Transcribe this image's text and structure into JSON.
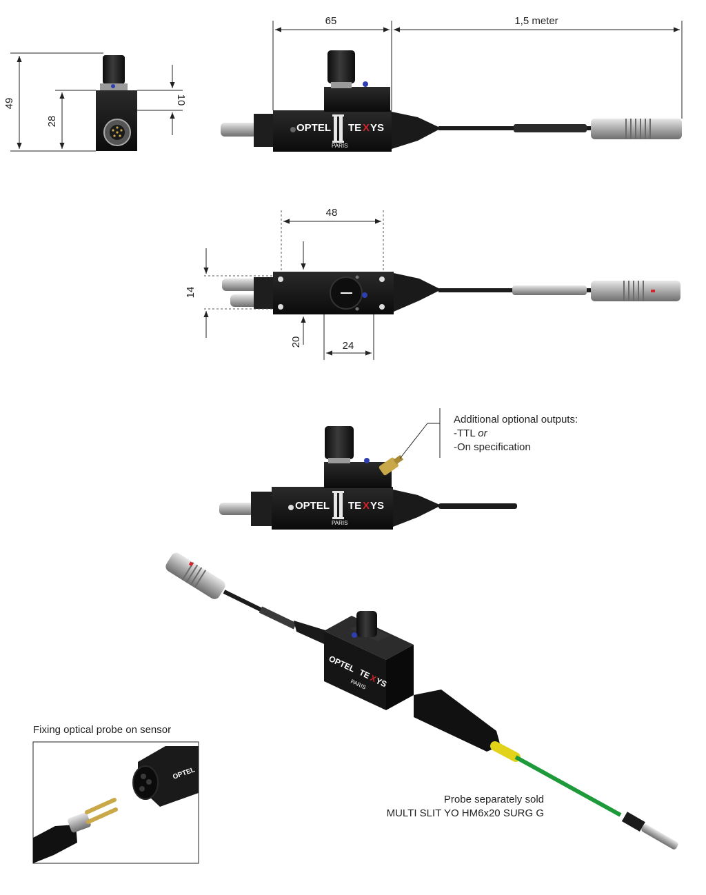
{
  "dimensions": {
    "front_width": "65",
    "cable_length": "1,5 meter",
    "side_total_height": "49",
    "side_body_height": "28",
    "side_knob_offset": "10",
    "top_width": "48",
    "top_height": "14",
    "top_offset": "20",
    "top_knob_pos": "24"
  },
  "brand": {
    "left": "OPTEL",
    "right_a": "TE",
    "right_x": "X",
    "right_b": "YS",
    "city": "PARIS"
  },
  "notes": {
    "outputs_title": "Additional optional outputs:",
    "outputs_ttl": "-TTL",
    "outputs_or": "or",
    "outputs_spec": "-On specification",
    "fixing": "Fixing optical probe on sensor",
    "probe_line1": "Probe separately sold",
    "probe_line2": "MULTI SLIT YO HM6x20 SURG G"
  },
  "colors": {
    "body": "#141414",
    "cable": "#1c1c1c",
    "metal": "#b8b8b8",
    "accent_red": "#d2232a",
    "accent_blue": "#2e3fb0",
    "probe_green": "#1f9a3a",
    "probe_yellow": "#e2d21a"
  }
}
